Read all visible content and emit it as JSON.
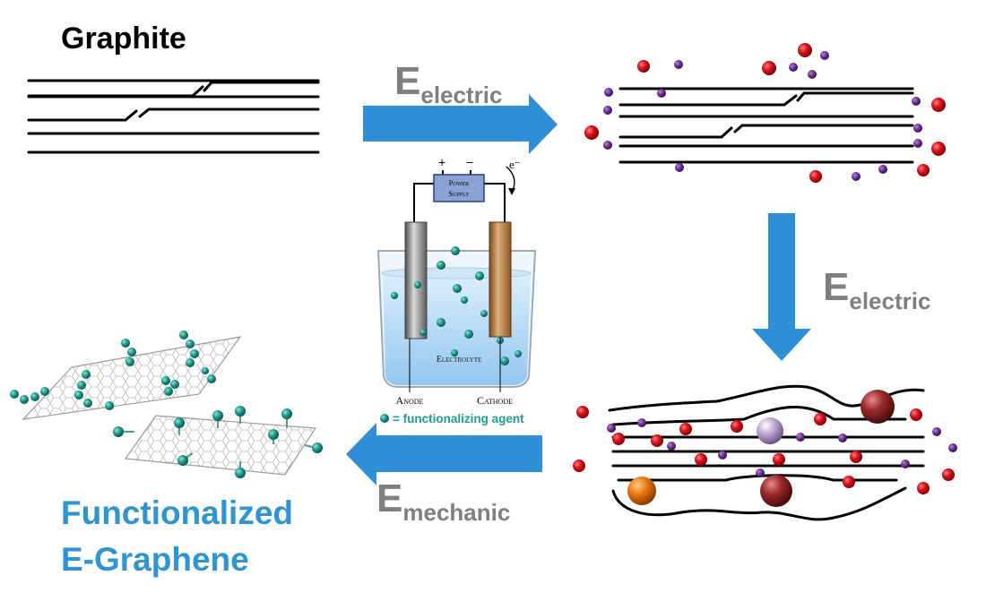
{
  "labels": {
    "graphite": "Graphite",
    "e_electric_1": {
      "main": "E",
      "sub": "electric"
    },
    "e_electric_2": {
      "main": "E",
      "sub": "electric"
    },
    "e_mechanic": {
      "main": "E",
      "sub": "mechanic"
    },
    "result_line1": "Functionalized",
    "result_line2": "E-Graphene"
  },
  "cell": {
    "plus": "+",
    "minus": "−",
    "electron": "e⁻",
    "power_supply_line1": "Power",
    "power_supply_line2": "Supply",
    "electrolyte": "Electrolyte",
    "anode": "Anode",
    "cathode": "Cathode",
    "legend": "= functionalizing agent"
  },
  "colors": {
    "arrow": "#2f8fd6",
    "result_text": "#2e95d3",
    "energy_text": "#7f7f7f",
    "red_ion": "#e0141e",
    "purple_ion": "#6a2c91",
    "teal_agent": "#1e9c8c",
    "legend_text": "#1e9c8c"
  }
}
